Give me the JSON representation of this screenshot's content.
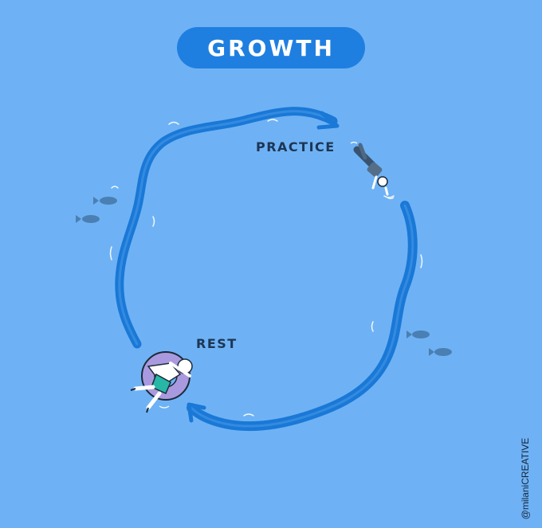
{
  "title": "GROWTH",
  "labels": {
    "practice": "PRACTICE",
    "rest": "REST"
  },
  "credit": "@milaniCREATIVE",
  "colors": {
    "background": "#6eb2f5",
    "title_pill": "#1f7fe0",
    "stream": "#1a78d6",
    "label_text": "#1d3553",
    "fish": "#4a7fb3"
  },
  "icons": [
    "swimmer-icon",
    "float-tube-person-icon",
    "fish-icon",
    "arrow-head-icon"
  ]
}
